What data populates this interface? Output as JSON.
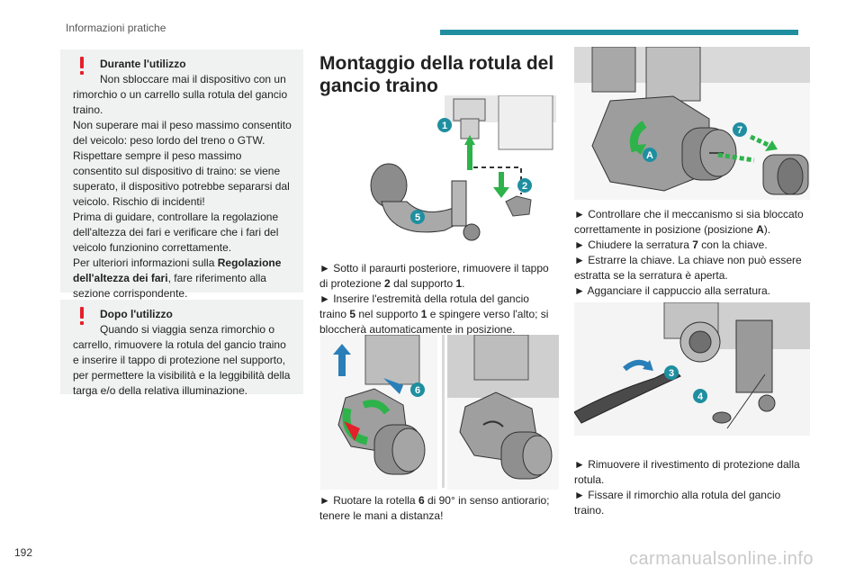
{
  "header": {
    "title": "Informazioni pratiche"
  },
  "page_number": "192",
  "watermark": "carmanualsonline.info",
  "warning_during": {
    "title": "Durante l'utilizzo",
    "lines": [
      "Non sbloccare mai il dispositivo con un",
      "rimorchio o un carrello sulla rotula del gancio",
      "traino.",
      "Non superare mai il peso massimo consentito",
      "del veicolo: peso lordo del treno o GTW.",
      "Rispettare sempre il peso massimo",
      "consentito sul dispositivo di traino: se viene",
      "superato, il dispositivo potrebbe separarsi dal",
      "veicolo. Rischio di incidenti!",
      "Prima di guidare, controllare la regolazione",
      "dell'altezza dei fari e verificare che i fari del",
      "veicolo funzionino correttamente.",
      "Per ulteriori informazioni sulla"
    ],
    "bold_ref_1": "Regolazione",
    "bold_ref_2": "dell'altezza dei fari",
    "tail_1": ", fare riferimento alla",
    "tail_2": "sezione corrispondente."
  },
  "warning_after": {
    "title": "Dopo l'utilizzo",
    "lines": [
      "Quando si viaggia senza rimorchio o",
      "carrello, rimuovere la rotula del gancio traino",
      "e inserire il tappo di protezione nel supporto,",
      "per permettere la visibilità e la leggibilità della",
      "targa e/o della relativa illuminazione."
    ]
  },
  "section": {
    "title_line1": "Montaggio della rotula del",
    "title_line2": "gancio traino"
  },
  "steps_col2": {
    "a_l1": "► Sotto il paraurti posteriore, rimuovere il tappo",
    "a_l2a": "di protezione ",
    "a_n2": "2",
    "a_l2b": " dal supporto ",
    "a_n1": "1",
    "a_l2c": ".",
    "b_l1": "► Inserire l'estremità della rotula del gancio",
    "b_l2a": "traino ",
    "b_n5": "5",
    "b_l2b": " nel supporto ",
    "b_n1": "1",
    "b_l2c": " e spingere verso l'alto; si",
    "b_l3": "bloccherà automaticamente in posizione.",
    "c_l1a": "► Ruotare la rotella ",
    "c_n6": "6",
    "c_l1b": " di 90° in senso antiorario;",
    "c_l2": "tenere le mani a distanza!"
  },
  "steps_col3_top": {
    "a_l1": "► Controllare che il meccanismo si sia bloccato",
    "a_l2a": "correttamente in posizione (posizione ",
    "a_nA": "A",
    "a_l2b": ").",
    "b_l1a": "► Chiudere la serratura ",
    "b_n7": "7",
    "b_l1b": " con la chiave.",
    "c_l1": "► Estrarre la chiave. La chiave non può essere",
    "c_l2": "estratta se la serratura è aperta.",
    "d_l1": "► Agganciare il cappuccio alla serratura."
  },
  "steps_col3_bottom": {
    "a_l1": "► Rimuovere il rivestimento di protezione dalla",
    "a_l2": "rotula.",
    "b_l1": "► Fissare il rimorchio alla rotula del gancio",
    "b_l2": "traino."
  },
  "callouts": {
    "fig1": [
      "1",
      "2",
      "5"
    ],
    "fig2": [
      "6"
    ],
    "fig4": [
      "7",
      "A"
    ],
    "fig5": [
      "3",
      "4"
    ]
  },
  "colors": {
    "accent": "#1f8fa0",
    "warning": "#e4202b",
    "arrow_green": "#2db34a",
    "arrow_blue": "#2a7fb8",
    "box_bg": "#f0f1f1"
  }
}
